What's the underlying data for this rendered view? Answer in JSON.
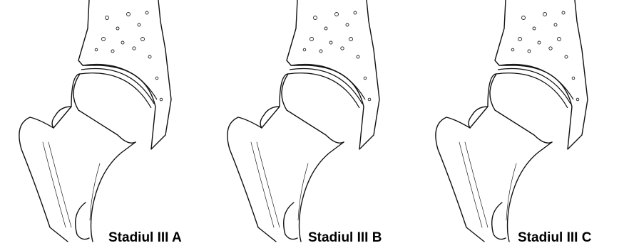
{
  "figure": {
    "panels": [
      {
        "label": "Stadiul III A"
      },
      {
        "label": "Stadiul III B"
      },
      {
        "label": "Stadiul III C"
      }
    ]
  }
}
